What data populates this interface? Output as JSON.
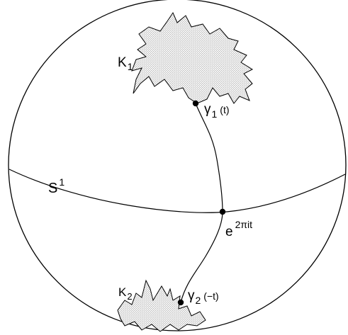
{
  "labels": {
    "k1_base": "K",
    "k1_sub": "1",
    "k2_base": "K",
    "k2_sub": "2",
    "s1_base": "S",
    "s1_sup": "1",
    "gamma1_base": "γ",
    "gamma1_sub": "1",
    "gamma1_arg": "(t)",
    "gamma2_base": "γ",
    "gamma2_sub": "2",
    "gamma2_arg": "(−t)",
    "exp_base": "e",
    "exp_sup": "2πit"
  },
  "colors": {
    "stroke": "#000000",
    "stipple": "#8a8a8a",
    "background": "#ffffff"
  }
}
